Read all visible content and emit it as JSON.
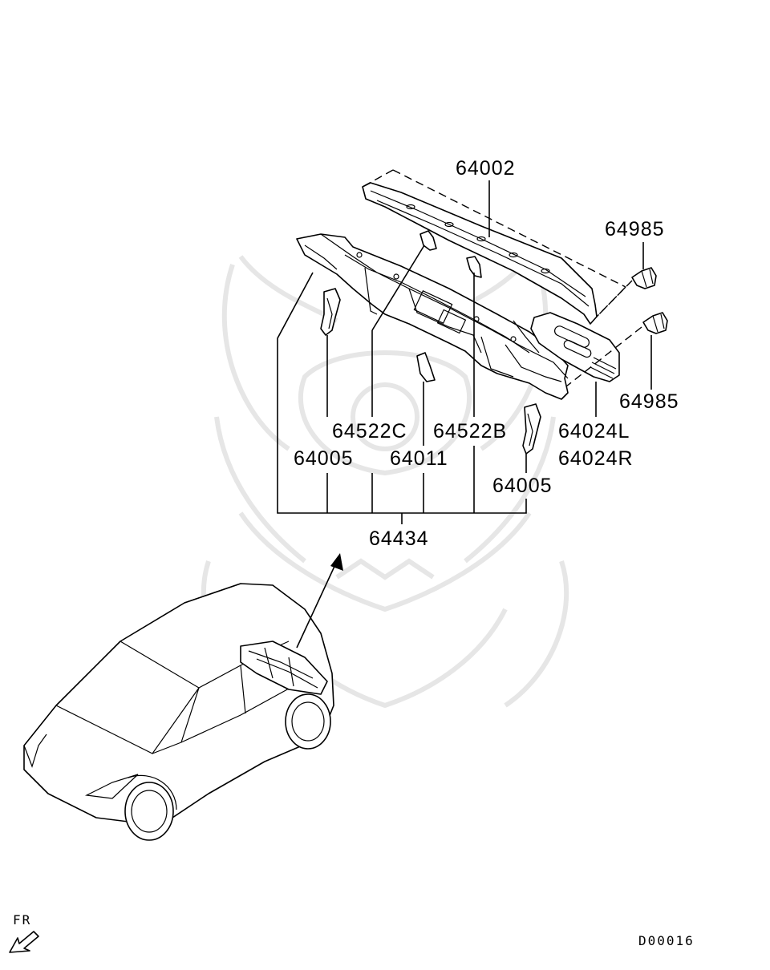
{
  "diagram": {
    "part_labels": [
      {
        "id": "p64002",
        "text": "64002"
      },
      {
        "id": "p64985a",
        "text": "64985"
      },
      {
        "id": "p64985b",
        "text": "64985"
      },
      {
        "id": "p64024l",
        "text": "64024L"
      },
      {
        "id": "p64024r",
        "text": "64024R"
      },
      {
        "id": "p64522c",
        "text": "64522C"
      },
      {
        "id": "p64522b",
        "text": "64522B"
      },
      {
        "id": "p64005a",
        "text": "64005"
      },
      {
        "id": "p64011",
        "text": "64011"
      },
      {
        "id": "p64005b",
        "text": "64005"
      },
      {
        "id": "p64434",
        "text": "64434"
      }
    ],
    "direction_label": "FR",
    "diagram_code": "D00016"
  },
  "icons": {
    "direction": "front-direction-arrow-icon",
    "watermark": "samurai-helmet-watermark-icon"
  }
}
